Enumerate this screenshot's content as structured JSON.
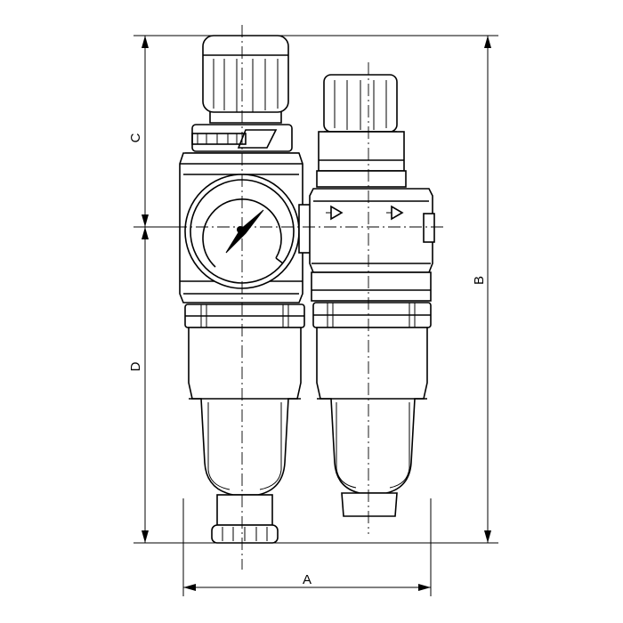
{
  "dimensions": {
    "width_label": "A",
    "height_label": "B",
    "top_label": "C",
    "bottom_label": "D"
  }
}
